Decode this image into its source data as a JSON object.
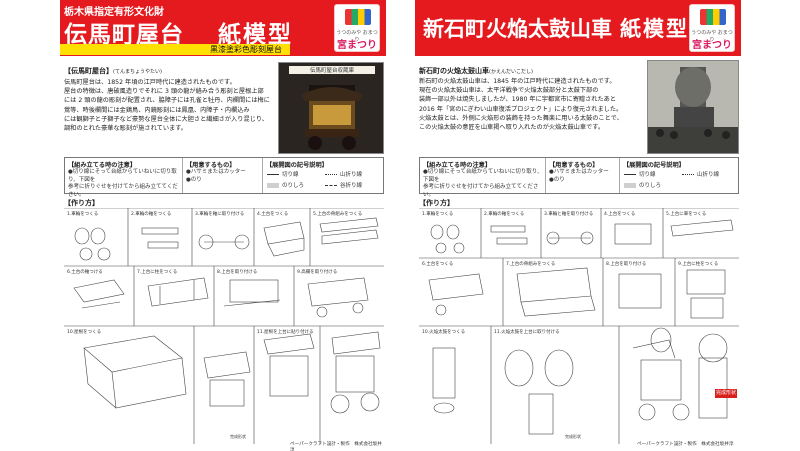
{
  "left": {
    "header": {
      "subtitle": "栃木県指定有形文化財",
      "title": "伝馬町屋台",
      "title2": "紙模型",
      "strip": "黒漆塗彩色彫刻屋台",
      "logo_small": "うつのみや おまつり",
      "logo_big": "宮まつり"
    },
    "intro": {
      "heading": "【伝馬町屋台】",
      "reading": "(てんまちょうやたい)",
      "lines": [
        "伝馬町屋台は、1852 年頃の江戸時代に建造されたものです。",
        "屋台の特徴は、唐破風造りでそれに 3 頭の龍が絡み合う彫刻と屋根上部",
        "には 2 頭の龍の彫刻が配置され、脇障子には孔雀と牡丹、内欄間には梅に",
        "鶯等、時後欄間には金鶏鳥、内鏡彫刻には鳳凰、内障子・内欄込み",
        "には観獅子と子獅子など豪勢な屋台全体に大胆さと繊細さが入り混じり、",
        "調和のとれた豪華な彫刻が施されています。"
      ],
      "photo_label": "伝馬町屋台収蔵庫"
    },
    "notes": {
      "assemble_title": "【組み立てる時の注意】",
      "assemble_lines": [
        "●切り線にそって台紙からていねいに切り取り、下図を",
        "参考に折りぐせを付けてから組み立ててください。"
      ],
      "tools_title": "【用意するもの】",
      "tools": [
        "●ハサミまたはカッター",
        "●のり"
      ],
      "legend_title": "【展開図の記号説明】",
      "legend": [
        "切り線",
        "山折り線",
        "のりしろ",
        "谷折り線"
      ]
    },
    "howto": "【作り方】",
    "steps": [
      "1.車輪をつくる",
      "2.車輪の軸をつくる",
      "3.車輪を軸に取り付ける",
      "4.土台をつくる",
      "5.上台の骨組みをつくる",
      "6.土台の軸つける",
      "7.上台に柱をつくる",
      "8.上台を取り付ける",
      "9.高欄を取り付ける",
      "10.屋根をつくる",
      "11.屋根を上台に貼り付ける"
    ],
    "finished_label": "完成形状",
    "credit": "ペーパークラフト設計・製作　株式会社坂井淳"
  },
  "right": {
    "header": {
      "title": "新石町火焔太鼓山車",
      "title2": "紙模型",
      "logo_small": "うつのみや おまつり",
      "logo_big": "宮まつり"
    },
    "intro": {
      "heading": "新石町の火焔太鼓山車",
      "reading": "(かえんだいこだし)",
      "lines": [
        "新石町の火焔太鼓山車は、1845 年の江戸時代に建造されたものです。",
        "現在の火焔太鼓山車は、太平洋戦争で火焔太鼓部分と太鼓下部の",
        "装飾一部以外は焼失しましたが、1980 年に宇都宮市に寄贈されたあと",
        "2016 年「宮のにぎわい山車復活プロジェクト」により復元されました。",
        "火焔太鼓とは、外側に火焔形の装飾を持った舞楽に用いる太鼓のことで、",
        "この火焔太鼓の意匠を山車掲へ取り入れたのが火焔太鼓山車です。"
      ]
    },
    "notes": {
      "assemble_title": "【組み立てる時の注意】",
      "assemble_lines": [
        "●切り線にそって台紙からていねいに切り取り、下図を",
        "参考に折りぐせを付けてから組み立ててください。"
      ],
      "tools_title": "【用意するもの】",
      "tools": [
        "●ハサミまたはカッター",
        "●のり"
      ],
      "legend_title": "【展開図の記号説明】",
      "legend": [
        "切り線",
        "山折り線",
        "のりしろ"
      ]
    },
    "howto": "【作り方】",
    "steps": [
      "1.車輪をつくる",
      "2.車輪の軸をつくる",
      "3.車輪と軸を取り付ける",
      "4.上台をつくる",
      "5.上台に車をつくる",
      "6.土台をつくる",
      "7.上台の骨組みをつくる",
      "8.上台を取り付ける",
      "9.上台に柱をつくる",
      "10.火焔太鼓をつくる",
      "11.火焔太鼓を上台に取り付ける"
    ],
    "finished_label": "完成形状",
    "credit": "ペーパークラフト設計・製作　株式会社坂井淳"
  },
  "colors": {
    "header_red": "#e51a1f",
    "strip_yellow": "#ffe000"
  }
}
